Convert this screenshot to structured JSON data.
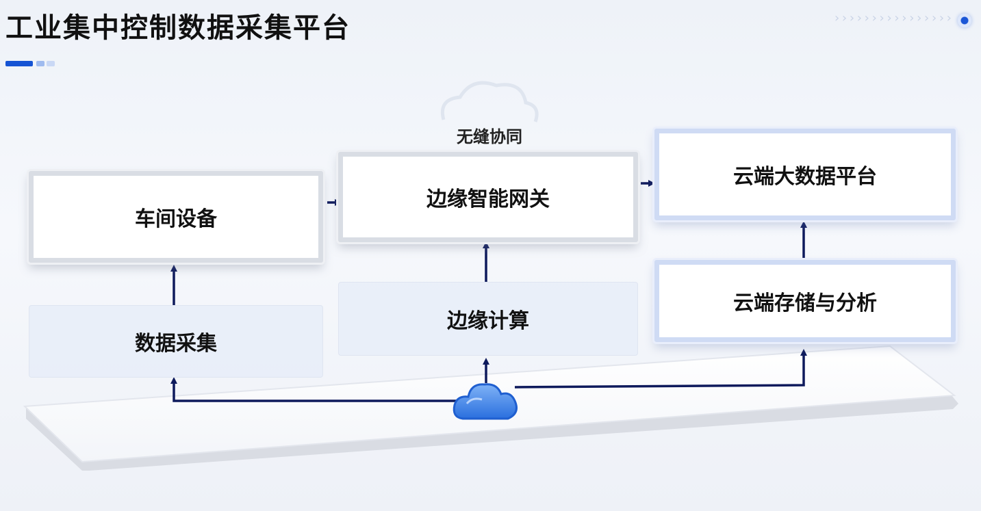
{
  "title": "工业集中控制数据采集平台",
  "sync_label": "无缝协同",
  "nodes": {
    "workshop": "车间设备",
    "gateway": "边缘智能网关",
    "cloud_platform": "云端大数据平台",
    "data_collection": "数据采集",
    "edge_computing": "边缘计算",
    "cloud_storage": "云端存储与分析"
  },
  "colors": {
    "arrow": "#0e1a5c",
    "accent": "#1554d4",
    "cloud": "#3a7be0"
  },
  "icons": [
    "cloud-icon",
    "chevron-decoration",
    "progress-dot-icon"
  ]
}
